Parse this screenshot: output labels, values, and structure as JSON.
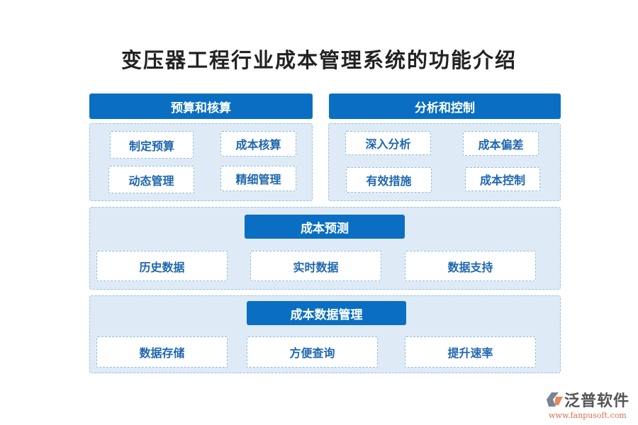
{
  "title": "变压器工程行业成本管理系统的功能介绍",
  "sections": [
    {
      "title": "预算和核算",
      "items": [
        "制定预算",
        "成本核算",
        "动态管理",
        "精细管理"
      ]
    },
    {
      "title": "分析和控制",
      "items": [
        "深入分析",
        "成本偏差",
        "有效措施",
        "成本控制"
      ]
    },
    {
      "title": "成本预测",
      "items": [
        "历史数据",
        "实时数据",
        "数据支持"
      ]
    },
    {
      "title": "成本数据管理",
      "items": [
        "数据存储",
        "方便查询",
        "提升速率"
      ]
    }
  ],
  "logo": {
    "name": "泛普软件",
    "url": "www.fanpusoft.com"
  },
  "colors": {
    "header": "#0a6fc2",
    "panel": "#deebf6",
    "box_text": "#1f67b0"
  }
}
